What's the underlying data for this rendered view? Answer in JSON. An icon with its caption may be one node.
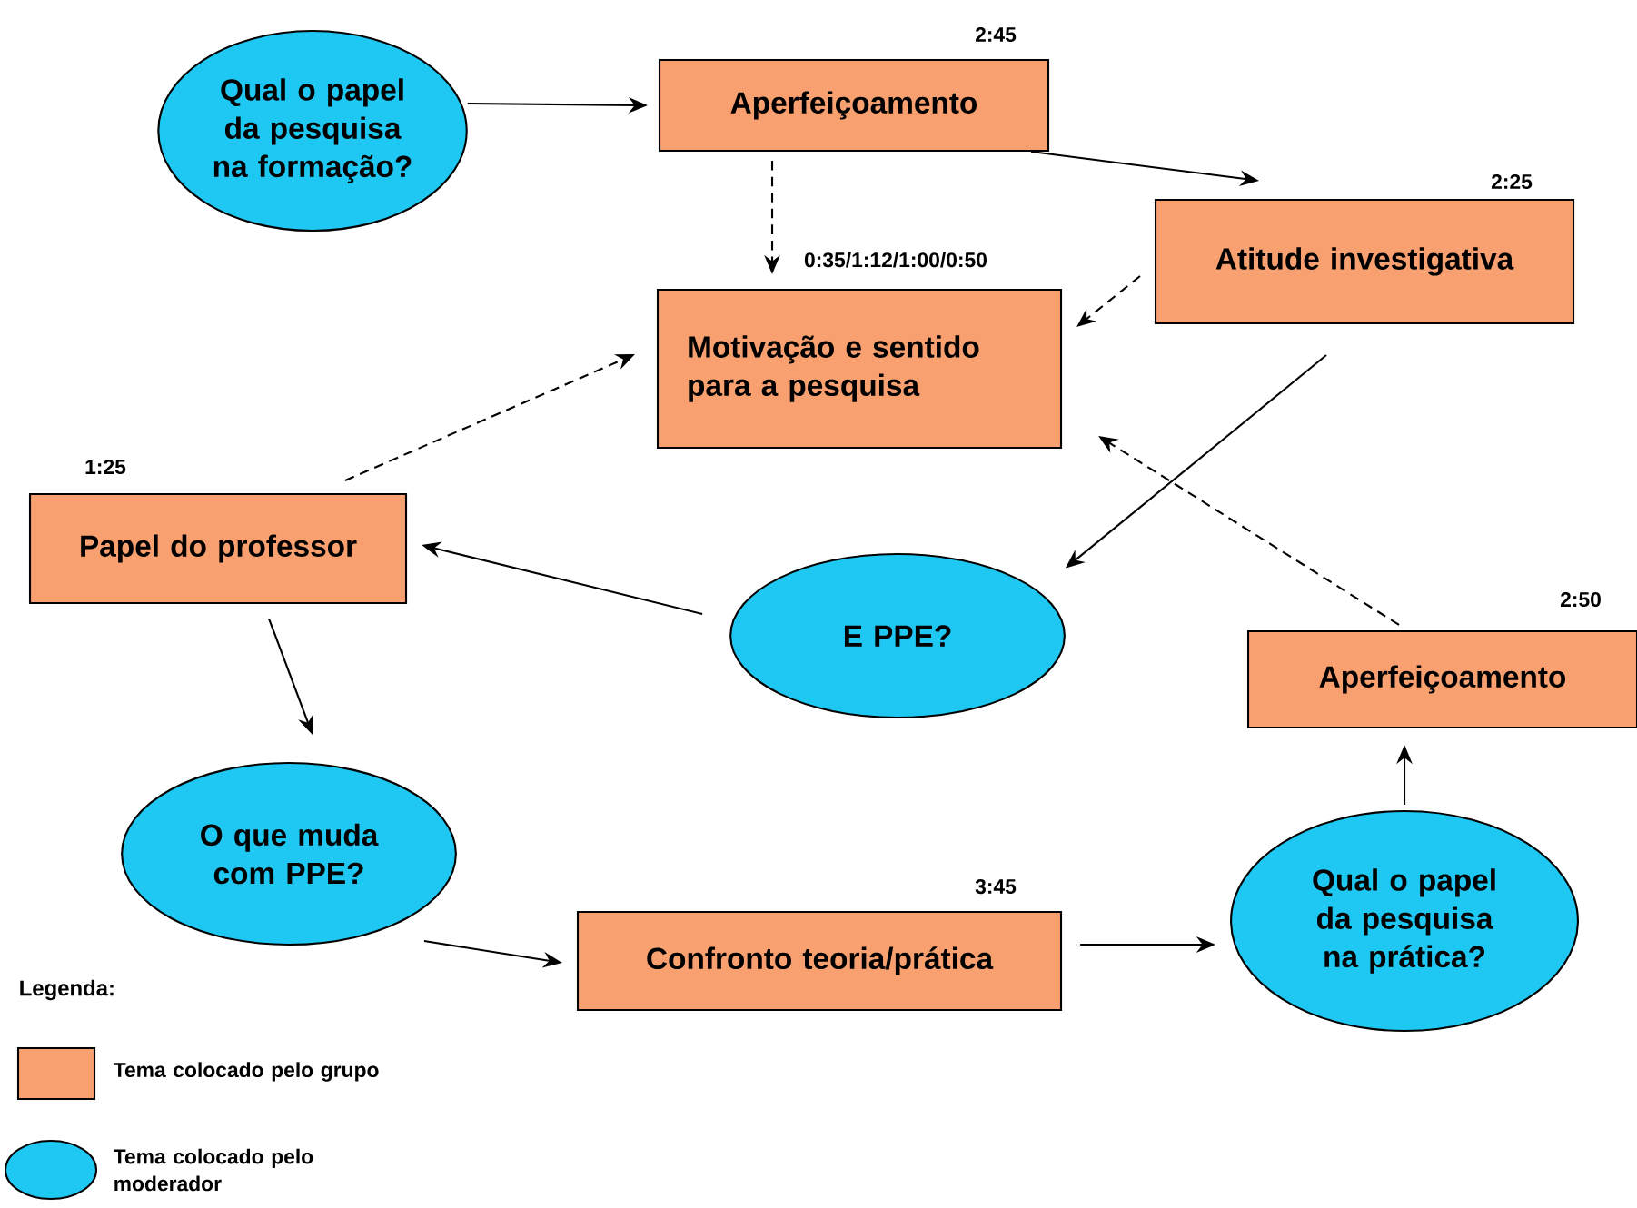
{
  "diagram": {
    "nodes": [
      {
        "text": [
          "Qual o papel da pesquisa na formação?"
        ]
      },
      {
        "text": [
          "Aperfeiçoamento"
        ],
        "beside": [
          "2:45"
        ]
      },
      {
        "text": [
          "Atitude investigativa"
        ],
        "beside": [
          "2:25"
        ]
      },
      {
        "text": [
          "Motivação e sentido para a pesquisa"
        ],
        "beside": [
          "0:35/1:12/1:00/0:50"
        ]
      },
      {
        "text": [
          "Papel do professor"
        ],
        "beside": [
          "1:25"
        ]
      },
      {
        "text": [
          "E PPE?"
        ]
      },
      {
        "text": [
          "Aperfeiçoamento"
        ],
        "beside": [
          "2:50"
        ]
      },
      {
        "text": [
          "O que muda com PPE?"
        ]
      },
      {
        "text": [
          "Confronto teoria/prática"
        ],
        "beside": [
          "3:45"
        ]
      },
      {
        "text": [
          "Qual o papel da pesquisa na prática?"
        ]
      }
    ],
    "edges": [
      {
        "from": 0,
        "to": 1,
        "arrow": "to"
      },
      {
        "from": 1,
        "to": 3,
        "arrow": "to",
        "style": "dashed"
      },
      {
        "from": 1,
        "to": 2,
        "arrow": "to"
      },
      {
        "from": 2,
        "to": 3,
        "arrow": "to",
        "style": "dashed"
      },
      {
        "from": 2,
        "to": 5,
        "arrow": "to"
      },
      {
        "from": 5,
        "to": 4,
        "arrow": "to"
      },
      {
        "from": 4,
        "to": 3,
        "arrow": "to",
        "style": "dashed"
      },
      {
        "from": 4,
        "to": 7,
        "arrow": "to"
      },
      {
        "from": 7,
        "to": 8,
        "arrow": "to"
      },
      {
        "from": 8,
        "to": 9,
        "arrow": "to"
      },
      {
        "from": 9,
        "to": 6,
        "arrow": "to"
      },
      {
        "from": 6,
        "to": 3,
        "arrow": "to",
        "style": "dashed"
      }
    ],
    "labels": [
      "Legenda:"
    ],
    "legend": [
      {
        "text": "Tema colocado pelo grupo",
        "color": "#f8a070"
      },
      {
        "text": "Tema colocado pelo moderador",
        "color": "#1fc8f2"
      }
    ]
  }
}
